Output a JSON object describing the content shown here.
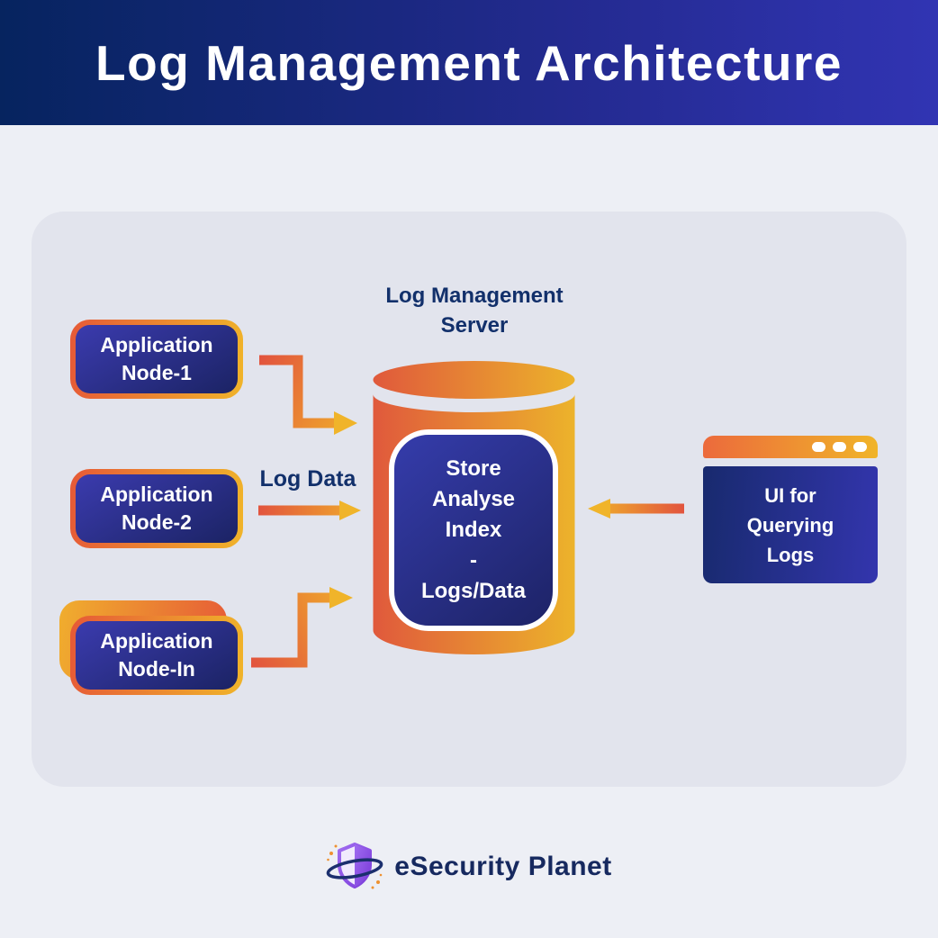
{
  "header": {
    "title": "Log Management Architecture"
  },
  "diagram": {
    "server_label": {
      "line1": "Log Management",
      "line2": "Server"
    },
    "nodes": [
      {
        "line1": "Application",
        "line2": "Node-1"
      },
      {
        "line1": "Application",
        "line2": "Node-2"
      },
      {
        "line1": "Application",
        "line2": "Node-In"
      }
    ],
    "flow_label": "Log Data",
    "store_box": {
      "line1": "Store",
      "line2": "Analyse",
      "line3": "Index",
      "line4": "-",
      "line5": "Logs/Data"
    },
    "ui_box": {
      "line1": "UI for",
      "line2": "Querying",
      "line3": "Logs"
    }
  },
  "footer": {
    "brand": "eSecurity Planet"
  },
  "colors": {
    "header_gradient_start": "#06245f",
    "header_gradient_end": "#3134b3",
    "accent_orange": "#e65937",
    "accent_amber": "#f0b42a",
    "navy_text": "#12306b",
    "node_fill_start": "#3b3bae",
    "node_fill_end": "#1b2364",
    "panel_bg": "#e2e4ed",
    "page_bg": "#edeff5",
    "white": "#ffffff"
  }
}
